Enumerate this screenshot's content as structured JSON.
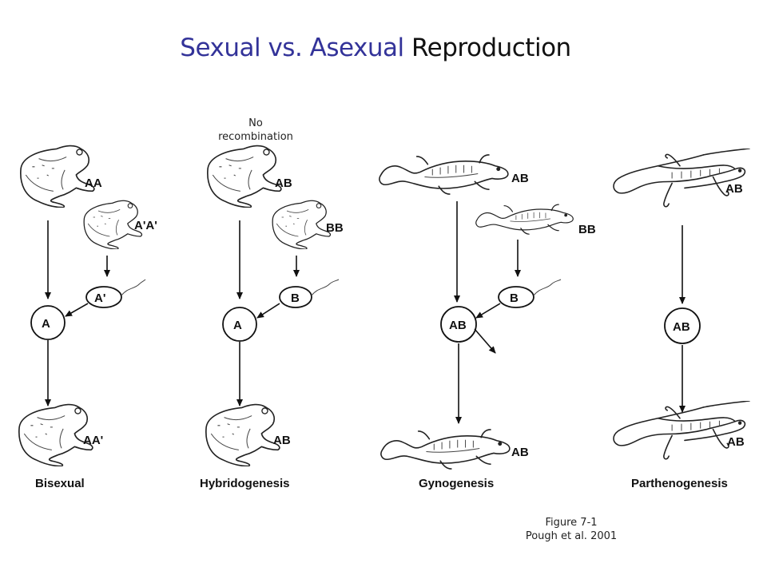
{
  "title": {
    "part1": "Sexual vs. ",
    "part2": "Asexual",
    "part3": " Reproduction"
  },
  "note_no_recombination": {
    "line1": "No",
    "line2": "recombination"
  },
  "citation": {
    "line1": "Figure 7-1",
    "line2": "Pough et al. 2001"
  },
  "colors": {
    "title_accent": "#333399",
    "text": "#111111"
  },
  "panels": [
    {
      "caption": "Bisexual",
      "parent1": "AA",
      "parent2": "A'A'",
      "gamete": "A'",
      "egg": "A",
      "offspring": "AA'",
      "animal": "frog"
    },
    {
      "caption": "Hybridogenesis",
      "parent1": "AB",
      "parent2": "BB",
      "gamete": "B",
      "egg": "A",
      "offspring": "AB",
      "animal": "frog"
    },
    {
      "caption": "Gynogenesis",
      "parent1": "AB",
      "parent2": "BB",
      "gamete": "B",
      "egg": "AB",
      "offspring": "AB",
      "animal": "salamander"
    },
    {
      "caption": "Parthenogenesis",
      "parent1": "AB",
      "egg": "AB",
      "offspring": "AB",
      "animal": "lizard"
    }
  ]
}
